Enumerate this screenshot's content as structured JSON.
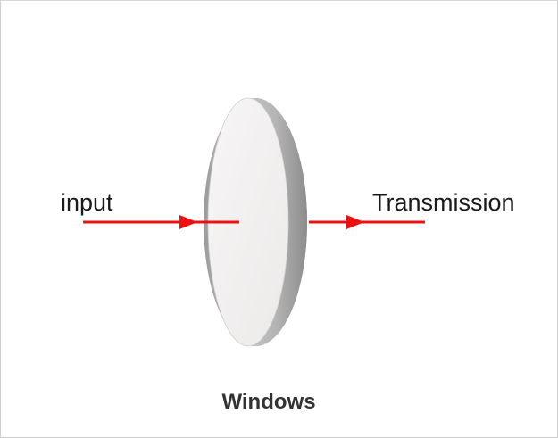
{
  "labels": {
    "input": "input",
    "output": "Transmission",
    "caption": "Windows"
  },
  "colors": {
    "arrow": "#ee1111",
    "window_face": "#f3f0f0",
    "window_edge_dark": "#8a8a8a",
    "window_edge_light": "#d4d4d4"
  }
}
